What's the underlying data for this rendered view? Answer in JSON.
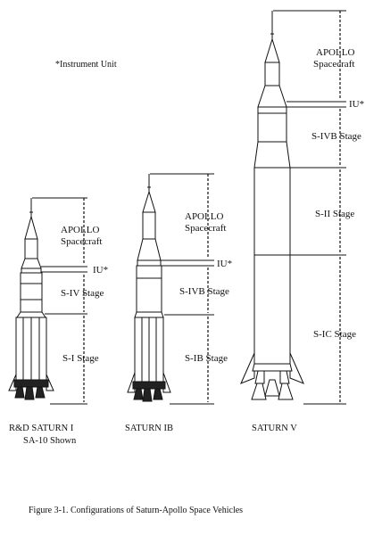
{
  "note": "*Instrument Unit",
  "caption": "Figure 3-1.  Configurations of Saturn-Apollo Space Vehicles",
  "vehicles": [
    {
      "name_line1": "R&D SATURN I",
      "name_line2": "SA-10 Shown",
      "labels": {
        "apollo": "APOLLO",
        "spacecraft": "Spacecraft",
        "iu": "IU*",
        "upper": "S-IV Stage",
        "lower": "S-I Stage"
      }
    },
    {
      "name_line1": "SATURN IB",
      "labels": {
        "apollo": "APOLLO",
        "spacecraft": "Spacecraft",
        "iu": "IU*",
        "upper": "S-IVB Stage",
        "lower": "S-IB Stage"
      }
    },
    {
      "name_line1": "SATURN V",
      "labels": {
        "apollo": "APOLLO",
        "spacecraft": "Spacecraft",
        "iu": "IU*",
        "upper": "S-IVB Stage",
        "middle": "S-II Stage",
        "lower": "S-IC Stage"
      }
    }
  ]
}
